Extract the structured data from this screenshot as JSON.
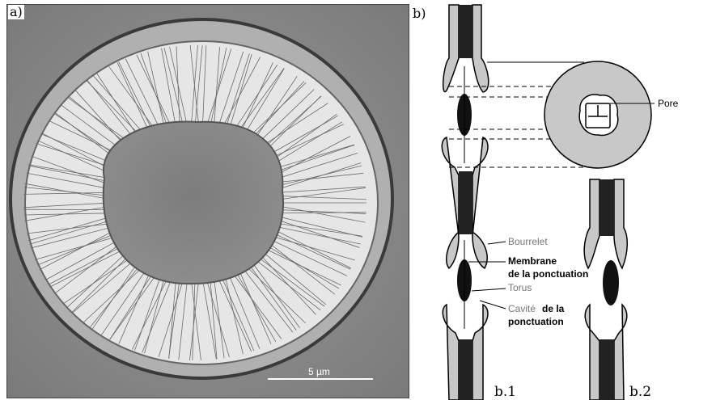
{
  "panel_a": {
    "label": "a)",
    "scale_bar": "5 µm"
  },
  "panel_b": {
    "label": "b)",
    "labels": {
      "pore": "Pore",
      "bourrelet": "Bourrelet",
      "membrane_line1": "Membrane",
      "membrane_line2": "de la ponctuation",
      "torus": "Torus",
      "cavite_line1_part1": "Cavité",
      "cavite_line1_part2": "de la",
      "cavite_line2": "ponctuation"
    },
    "sub_labels": {
      "b1": "b.1",
      "b2": "b.2"
    }
  },
  "colors": {
    "wall_fill": "#c8c8c8",
    "torus": "#111111",
    "micrograph_bg": "#8a8a8a"
  }
}
